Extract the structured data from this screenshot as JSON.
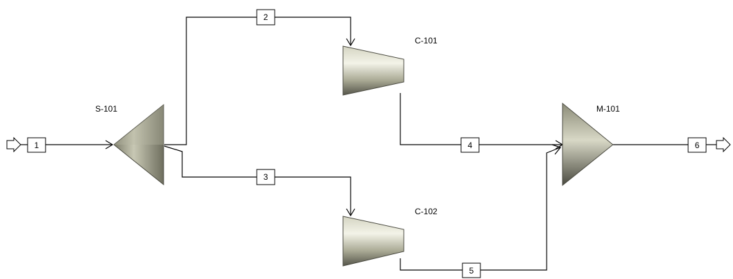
{
  "units": {
    "splitter": {
      "name": "S-101"
    },
    "compressor_1": {
      "name": "C-101"
    },
    "compressor_2": {
      "name": "C-102"
    },
    "mixer": {
      "name": "M-101"
    }
  },
  "streams": {
    "s1": {
      "label": "1"
    },
    "s2": {
      "label": "2"
    },
    "s3": {
      "label": "3"
    },
    "s4": {
      "label": "4"
    },
    "s5": {
      "label": "5"
    },
    "s6": {
      "label": "6"
    }
  },
  "colors": {
    "equipment_light": "#e8e8d8",
    "equipment_mid": "#b5b5a0",
    "equipment_dark": "#5a5a4c",
    "line": "#000000"
  }
}
